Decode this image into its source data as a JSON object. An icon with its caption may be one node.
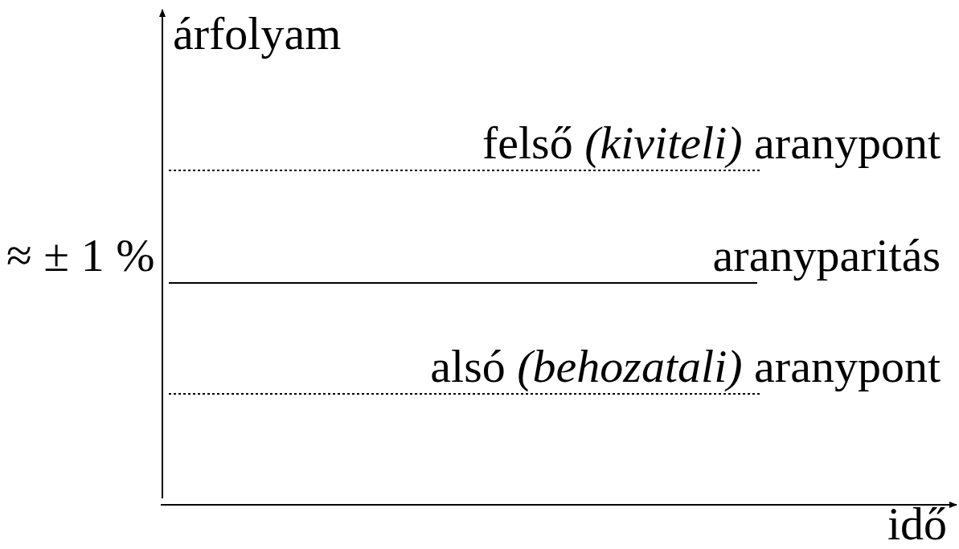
{
  "diagram": {
    "labels": [
      "árfolyam",
      "felső *(kiviteli)* aranypont",
      "≈ ± 1 %",
      "aranyparitás",
      "alsó *(behozatali)* aranypont",
      "idő"
    ]
  }
}
